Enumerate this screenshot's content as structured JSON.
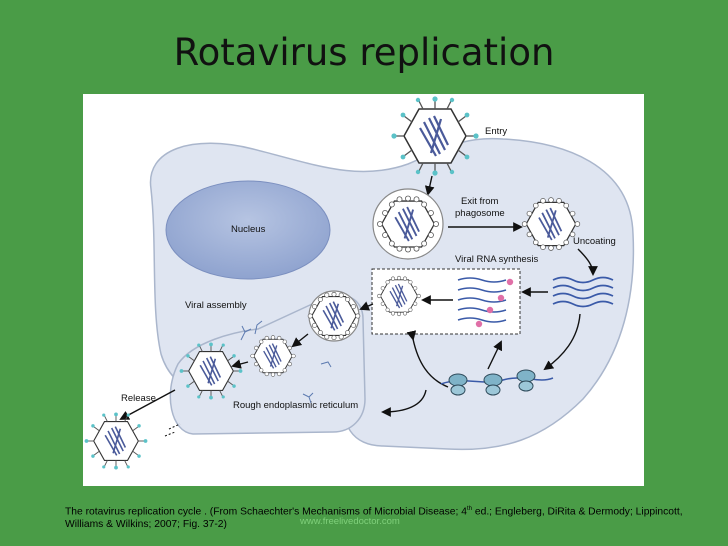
{
  "slide": {
    "title": "Rotavirus replication",
    "watermark": "www.freelivedoctor.com"
  },
  "figure": {
    "labels": {
      "entry": "Entry",
      "nucleus": "Nucleus",
      "exit_line1": "Exit from",
      "exit_line2": "phagosome",
      "uncoating": "Uncoating",
      "viral_rna_synthesis": "Viral RNA synthesis",
      "viral_assembly": "Viral assembly",
      "release": "Release",
      "rough_er": "Rough endoplasmic reticulum"
    }
  },
  "caption": {
    "part1": "The rotavirus replication cycle . (From Schaechter's Mechanisms of Microbial Disease; 4",
    "sup": "th",
    "part2": " ed.; Engleberg, DiRita & Dermody; Lippincott, Williams & Wilkins; 2007; Fig.  37-2)"
  },
  "colors": {
    "background": "#4a9c47",
    "cell": "#dfe5f1",
    "nucleus": "#9fb1d6",
    "mrna_dot": "#e06fa7"
  }
}
